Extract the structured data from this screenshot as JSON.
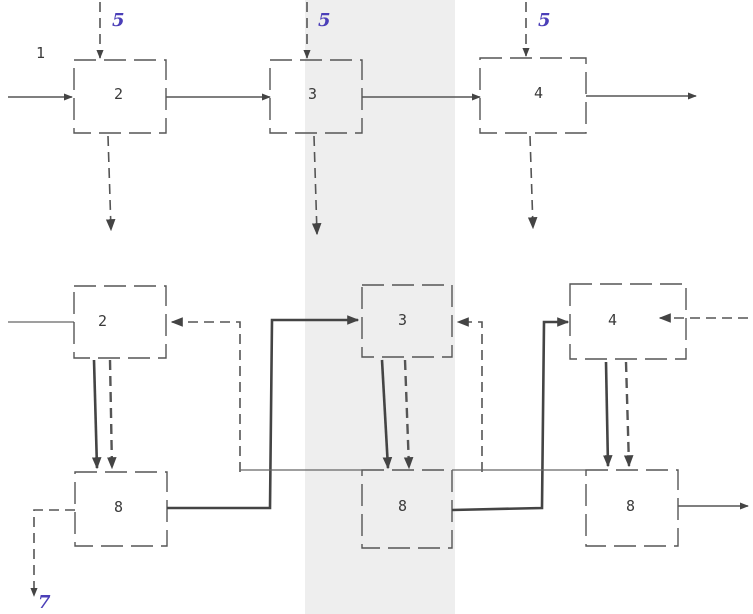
{
  "labels": {
    "inlet_top": "1",
    "unit_top_1": "2",
    "unit_top_2": "3",
    "unit_top_3": "4",
    "feed_1": "5",
    "feed_2": "5",
    "feed_3": "5",
    "unit_bottom_1": "2",
    "unit_bottom_2": "3",
    "unit_bottom_3": "4",
    "sep_1": "8",
    "sep_2": "8",
    "sep_3": "8",
    "outlet_bottom": "7"
  },
  "colors": {
    "line": "#555555",
    "label_blue": "#4b3fb8",
    "shade": "#eeeeee"
  }
}
